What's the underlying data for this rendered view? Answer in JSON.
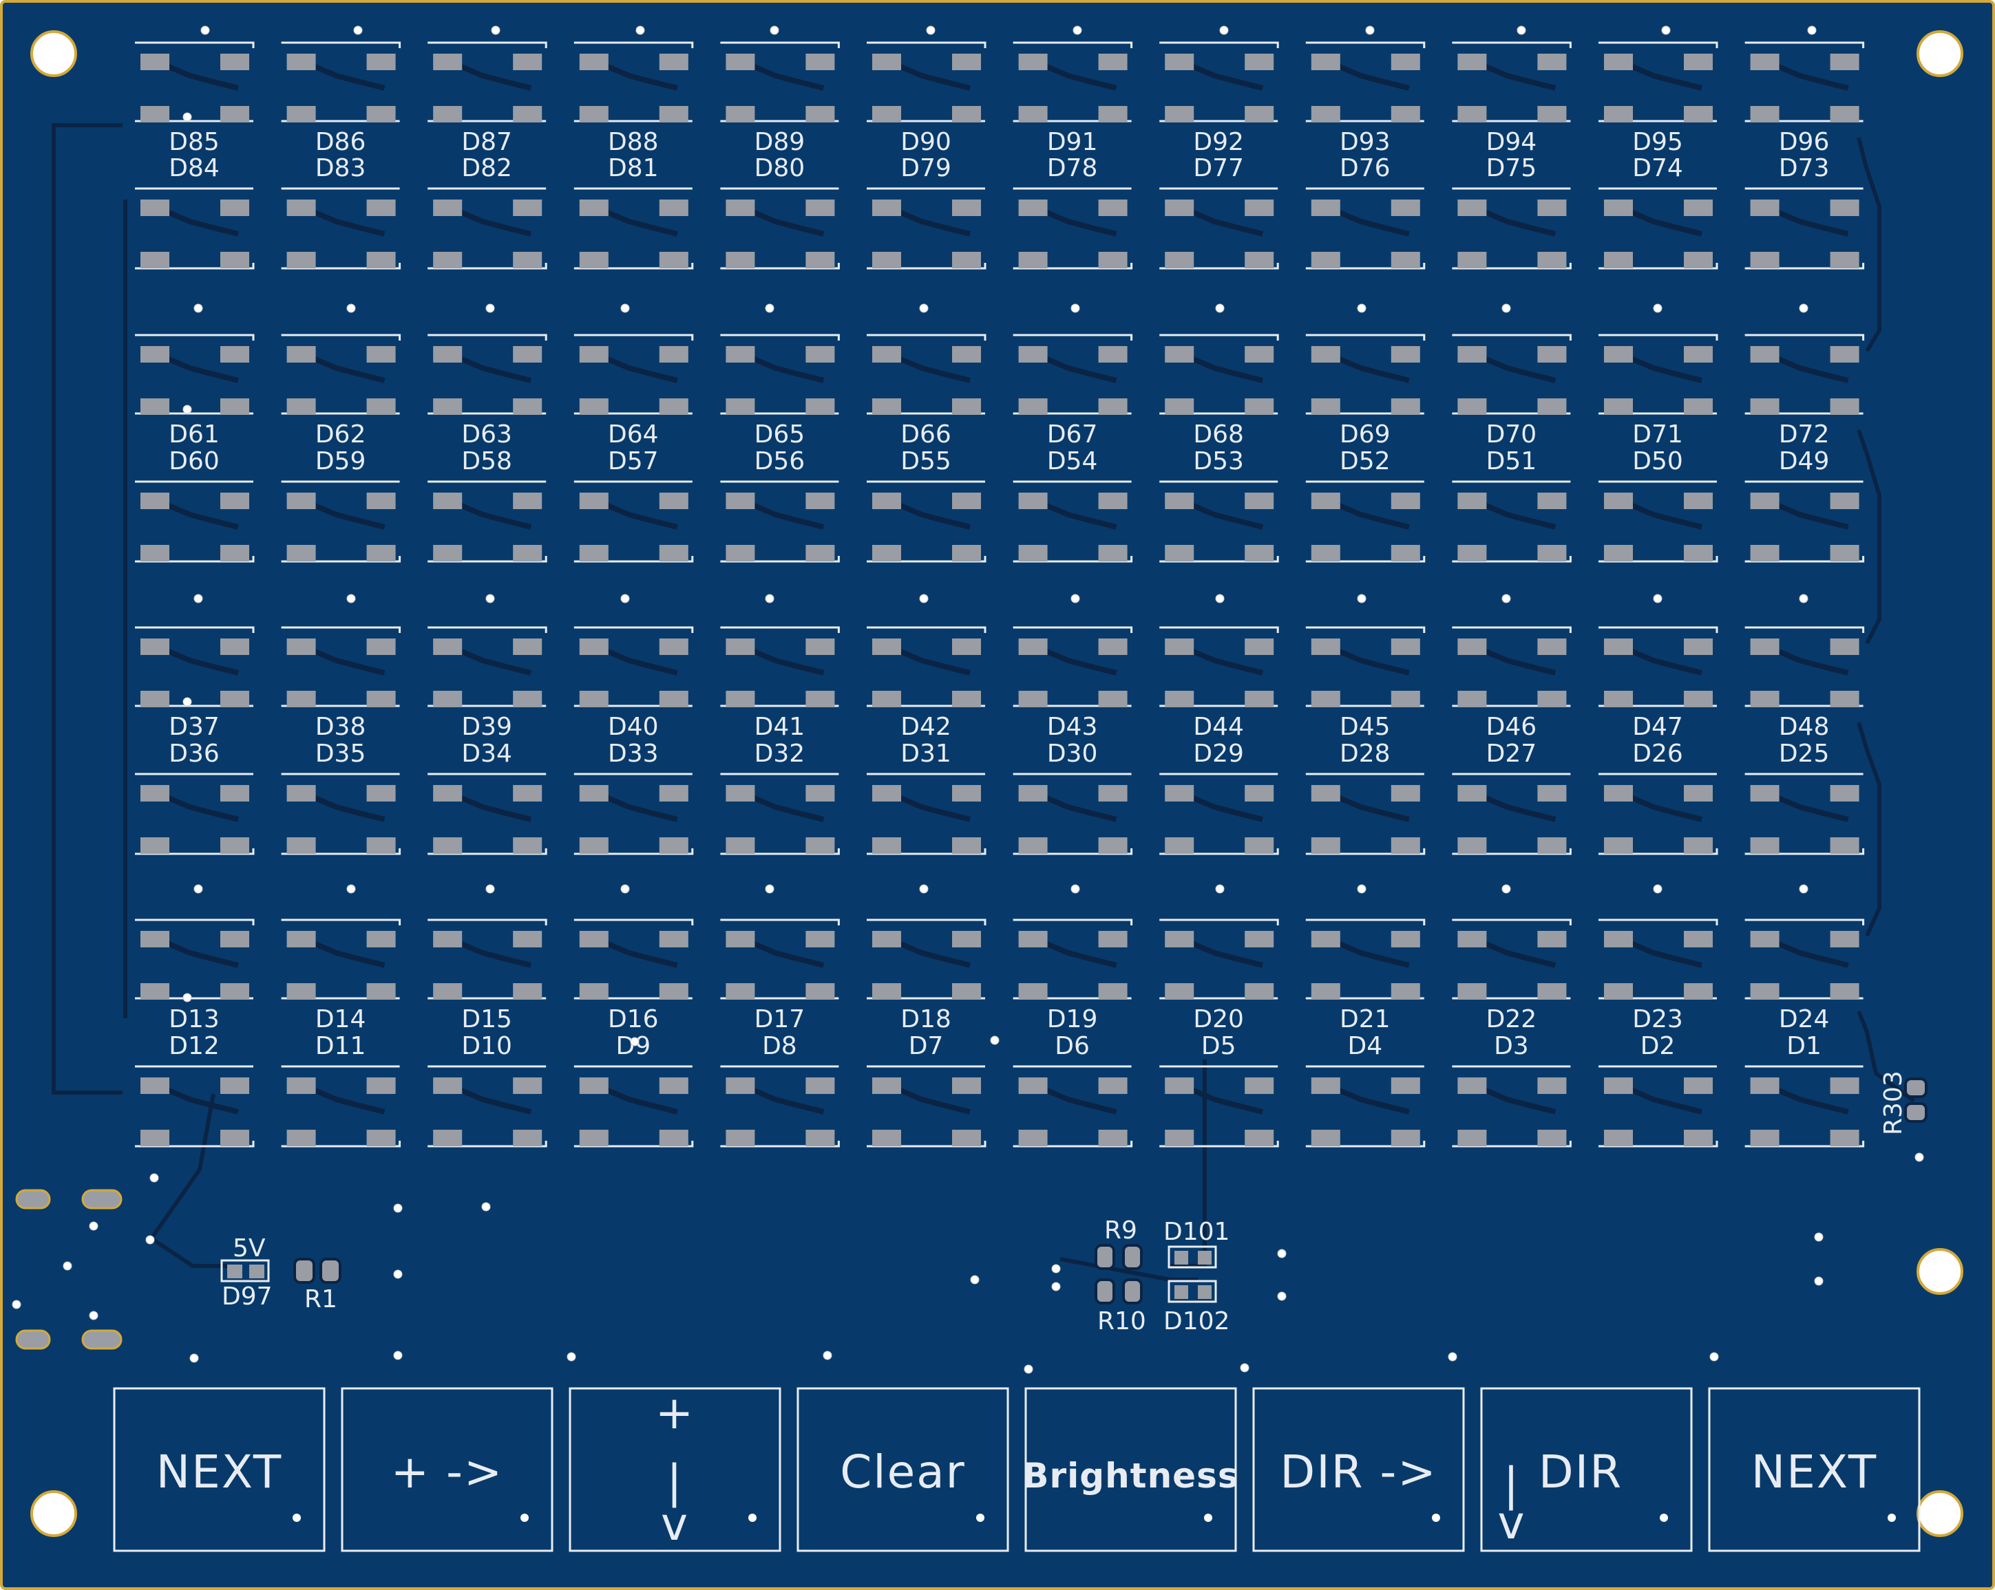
{
  "board": {
    "colors": {
      "substrate": "#073a6b",
      "copper": "#072f57",
      "trace": "#0b2445",
      "pad": "#9a9da3",
      "silkscreen": "#e8ecf2",
      "edge": "#d4a93a",
      "hole": "#ffffff"
    }
  },
  "led_rows": [
    [
      "D85",
      "D86",
      "D87",
      "D88",
      "D89",
      "D90",
      "D91",
      "D92",
      "D93",
      "D94",
      "D95",
      "D96"
    ],
    [
      "D84",
      "D83",
      "D82",
      "D81",
      "D80",
      "D79",
      "D78",
      "D77",
      "D76",
      "D75",
      "D74",
      "D73"
    ],
    [
      "D61",
      "D62",
      "D63",
      "D64",
      "D65",
      "D66",
      "D67",
      "D68",
      "D69",
      "D70",
      "D71",
      "D72"
    ],
    [
      "D60",
      "D59",
      "D58",
      "D57",
      "D56",
      "D55",
      "D54",
      "D53",
      "D52",
      "D51",
      "D50",
      "D49"
    ],
    [
      "D37",
      "D38",
      "D39",
      "D40",
      "D41",
      "D42",
      "D43",
      "D44",
      "D45",
      "D46",
      "D47",
      "D48"
    ],
    [
      "D36",
      "D35",
      "D34",
      "D33",
      "D32",
      "D31",
      "D30",
      "D29",
      "D28",
      "D27",
      "D26",
      "D25"
    ],
    [
      "D13",
      "D14",
      "D15",
      "D16",
      "D17",
      "D18",
      "D19",
      "D20",
      "D21",
      "D22",
      "D23",
      "D24"
    ],
    [
      "D12",
      "D11",
      "D10",
      "D9",
      "D8",
      "D7",
      "D6",
      "D5",
      "D4",
      "D3",
      "D2",
      "D1"
    ]
  ],
  "components": {
    "power_led": {
      "ref": "D97",
      "value": "5V"
    },
    "r1": "R1",
    "r9": "R9",
    "r10": "R10",
    "d101": "D101",
    "d102": "D102",
    "r303": "R303"
  },
  "buttons": [
    {
      "label": "NEXT"
    },
    {
      "label": "+ ->"
    },
    {
      "label_top": "+",
      "label_mid": "|",
      "label_bot": "v"
    },
    {
      "label": "Clear"
    },
    {
      "label": "Brightness"
    },
    {
      "label": "DIR ->"
    },
    {
      "label_left_top": "|",
      "label_left_bot": "v",
      "label": "DIR"
    },
    {
      "label": "NEXT"
    }
  ]
}
